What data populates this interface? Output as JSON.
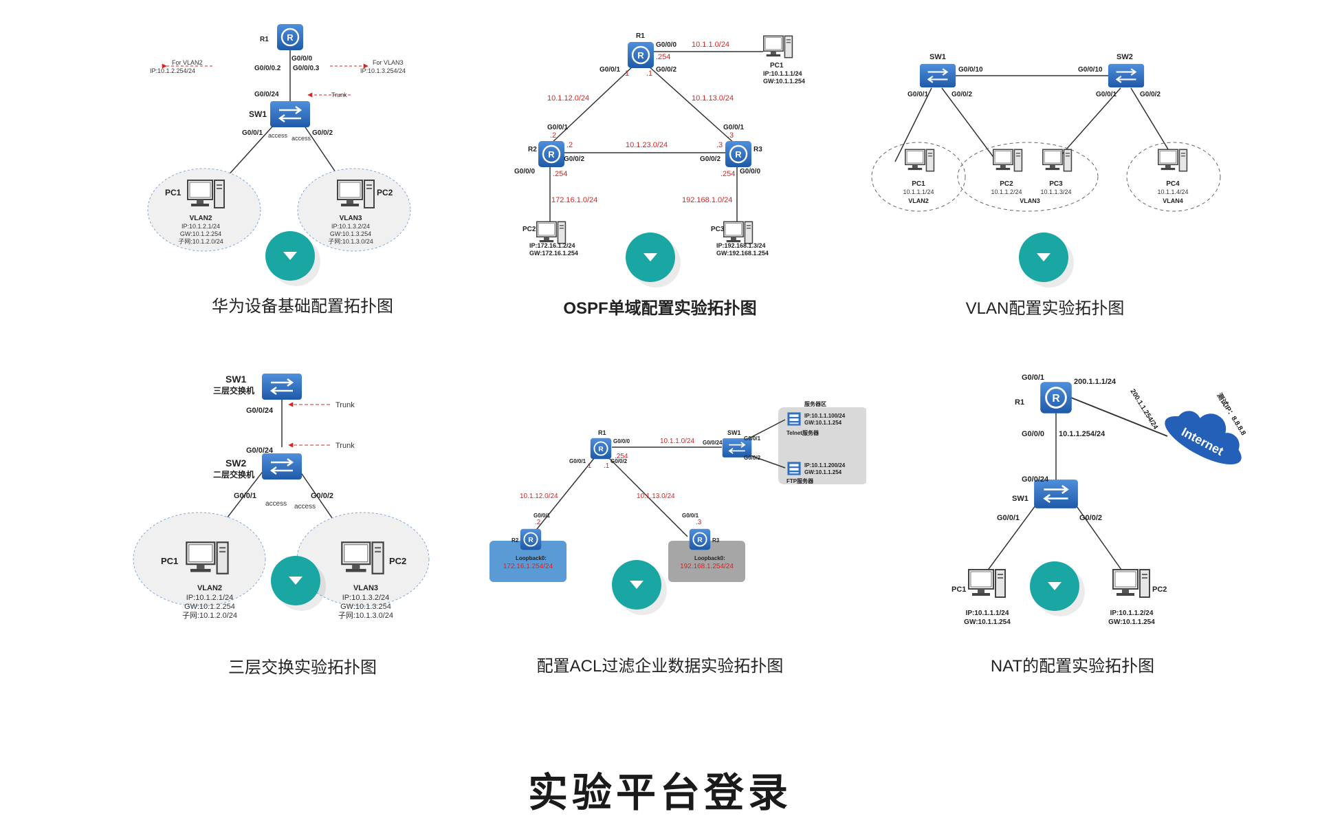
{
  "cards": [
    {
      "caption": "华为设备基础配置拓扑图",
      "labels": {
        "r1": "R1",
        "g000": "G0/0/0",
        "g0002": "G0/0/0.2",
        "g0003": "G0/0/0.3",
        "for_vlan2": "For VLAN2",
        "ip_vlan2": "IP:10.1.2.254/24",
        "for_vlan3": "For VLAN3",
        "ip_vlan3": "IP:10.1.3.254/24",
        "g0024": "G0/0/24",
        "trunk": "Trunk",
        "sw1": "SW1",
        "g001": "G0/0/1",
        "g002": "G0/0/2",
        "access1": "access",
        "access2": "access",
        "pc1": "PC1",
        "pc2": "PC2",
        "pc1_vlan": "VLAN2",
        "pc1_ip": "IP:10.1.2.1/24",
        "pc1_gw": "GW:10.1.2.254",
        "pc1_sub": "子网:10.1.2.0/24",
        "pc2_vlan": "VLAN3",
        "pc2_ip": "IP:10.1.3.2/24",
        "pc2_gw": "GW:10.1.3.254",
        "pc2_sub": "子网:10.1.3.0/24"
      }
    },
    {
      "caption": "OSPF单域配置实验拓扑图",
      "labels": {
        "r1": "R1",
        "r1_g000": "G0/0/0",
        "r1_254": ".254",
        "net1": "10.1.1.0/24",
        "pc1": "PC1",
        "pc1_ip": "IP:10.1.1.1/24",
        "pc1_gw": "GW:10.1.1.254",
        "r1_g001": "G0/0/1",
        "r1_g002": "G0/0/2",
        "r1_dot1a": ".1",
        "r1_dot1b": ".1",
        "net12": "10.1.12.0/24",
        "net13": "10.1.13.0/24",
        "r2_g001": "G0/0/1",
        "r2_dot2a": ".2",
        "r2_dot2b": ".2",
        "r2": "R2",
        "r2_g002": "G0/0/2",
        "net23": "10.1.23.0/24",
        "r3_g001": "G0/0/1",
        "r3_dot3a": ".3",
        "r3_dot3b": ".3",
        "r3": "R3",
        "r3_g002": "G0/0/2",
        "r2_g000": "G0/0/0",
        "r2_254": ".254",
        "r3_254": ".254",
        "r3_g000": "G0/0/0",
        "net172": "172.16.1.0/24",
        "net192": "192.168.1.0/24",
        "pc2": "PC2",
        "pc2_ip": "IP:172.16.1.2/24",
        "pc2_gw": "GW:172.16.1.254",
        "pc3": "PC3",
        "pc3_ip": "IP:192.168.1.3/24",
        "pc3_gw": "GW:192.168.1.254"
      }
    },
    {
      "caption": "VLAN配置实验拓扑图",
      "labels": {
        "sw1": "SW1",
        "sw2": "SW2",
        "sw1_g0010": "G0/0/10",
        "sw2_g0010": "G0/0/10",
        "sw1_g001": "G0/0/1",
        "sw1_g002": "G0/0/2",
        "sw2_g001": "G0/0/1",
        "sw2_g002": "G0/0/2",
        "pc1": "PC1",
        "pc1_ip": "10.1.1.1/24",
        "pc1_vlan": "VLAN2",
        "pc2": "PC2",
        "pc2_ip": "10.1.1.2/24",
        "pc3": "PC3",
        "pc3_ip": "10.1.1.3/24",
        "vlan3": "VLAN3",
        "pc4": "PC4",
        "pc4_ip": "10.1.1.4/24",
        "pc4_vlan": "VLAN4"
      }
    },
    {
      "caption": "三层交换实验拓扑图",
      "labels": {
        "sw1": "SW1",
        "sw1_sub": "三层交换机",
        "sw1_g0024": "G0/0/24",
        "trunk1": "Trunk",
        "sw2_g0024": "G0/0/24",
        "trunk2": "Trunk",
        "sw2": "SW2",
        "sw2_sub": "二层交换机",
        "g001": "G0/0/1",
        "g002": "G0/0/2",
        "access1": "access",
        "access2": "access",
        "pc1": "PC1",
        "pc2": "PC2",
        "pc1_vlan": "VLAN2",
        "pc1_ip": "IP:10.1.2.1/24",
        "pc1_gw": "GW:10.1.2.254",
        "pc1_sub": "子网:10.1.2.0/24",
        "pc2_vlan": "VLAN3",
        "pc2_ip": "IP:10.1.3.2/24",
        "pc2_gw": "GW:10.1.3.254",
        "pc2_sub": "子网:10.1.3.0/24"
      }
    },
    {
      "caption": "配置ACL过滤企业数据实验拓扑图",
      "labels": {
        "r1": "R1",
        "r1_g000": "G0/0/0",
        "r1_254": ".254",
        "net1": "10.1.1.0/24",
        "sw1": "SW1",
        "sw1_g0024": "G0/0/24",
        "sw1_g001": "G0/0/1",
        "sw1_g002": "G0/0/2",
        "server_zone": "服务器区",
        "telnet_ip": "IP:10.1.1.100/24",
        "telnet_gw": "GW:10.1.1.254",
        "telnet_name": "Telnet服务器",
        "ftp_ip": "IP:10.1.1.200/24",
        "ftp_gw": "GW:10.1.1.254",
        "ftp_name": "FTP服务器",
        "r1_g001": "G0/0/1",
        "r1_g002": "G0/0/2",
        "r1_dot1a": ".1",
        "r1_dot1b": ".1",
        "net12": "10.1.12.0/24",
        "net13": "10.1.13.0/24",
        "r2_g001": "G0/0/1",
        "r2_dot2": ".2",
        "r2": "R2",
        "r3_g001": "G0/0/1",
        "r3_dot3": ".3",
        "r3": "R3",
        "r2_lb": "Loopback0:",
        "r2_lb_ip": "172.16.1.254/24",
        "r3_lb": "Loopback0:",
        "r3_lb_ip": "192.168.1.254/24"
      }
    },
    {
      "caption": "NAT的配置实验拓扑图",
      "labels": {
        "r1_g001": "G0/0/1",
        "wan_ip": "200.1.1.1/24",
        "r1": "R1",
        "isp_ip": "200.1.1.254/24",
        "public_ip": "测试IP：8.8.8.8",
        "internet": "Internet",
        "r1_g000": "G0/0/0",
        "lan_ip": "10.1.1.254/24",
        "sw1_g0024": "G0/0/24",
        "sw1": "SW1",
        "sw1_g001": "G0/0/1",
        "sw1_g002": "G0/0/2",
        "pc1": "PC1",
        "pc1_ip": "IP:10.1.1.1/24",
        "pc1_gw": "GW:10.1.1.254",
        "pc2": "PC2",
        "pc2_ip": "IP:10.1.1.2/24",
        "pc2_gw": "GW:10.1.1.254"
      }
    }
  ],
  "login_label": "实验平台登录",
  "colors": {
    "device_blue": "#2f6fc0",
    "play_teal": "#1aa6a3",
    "label_red": "#e02020",
    "trunk_arrow": "#e02020"
  }
}
